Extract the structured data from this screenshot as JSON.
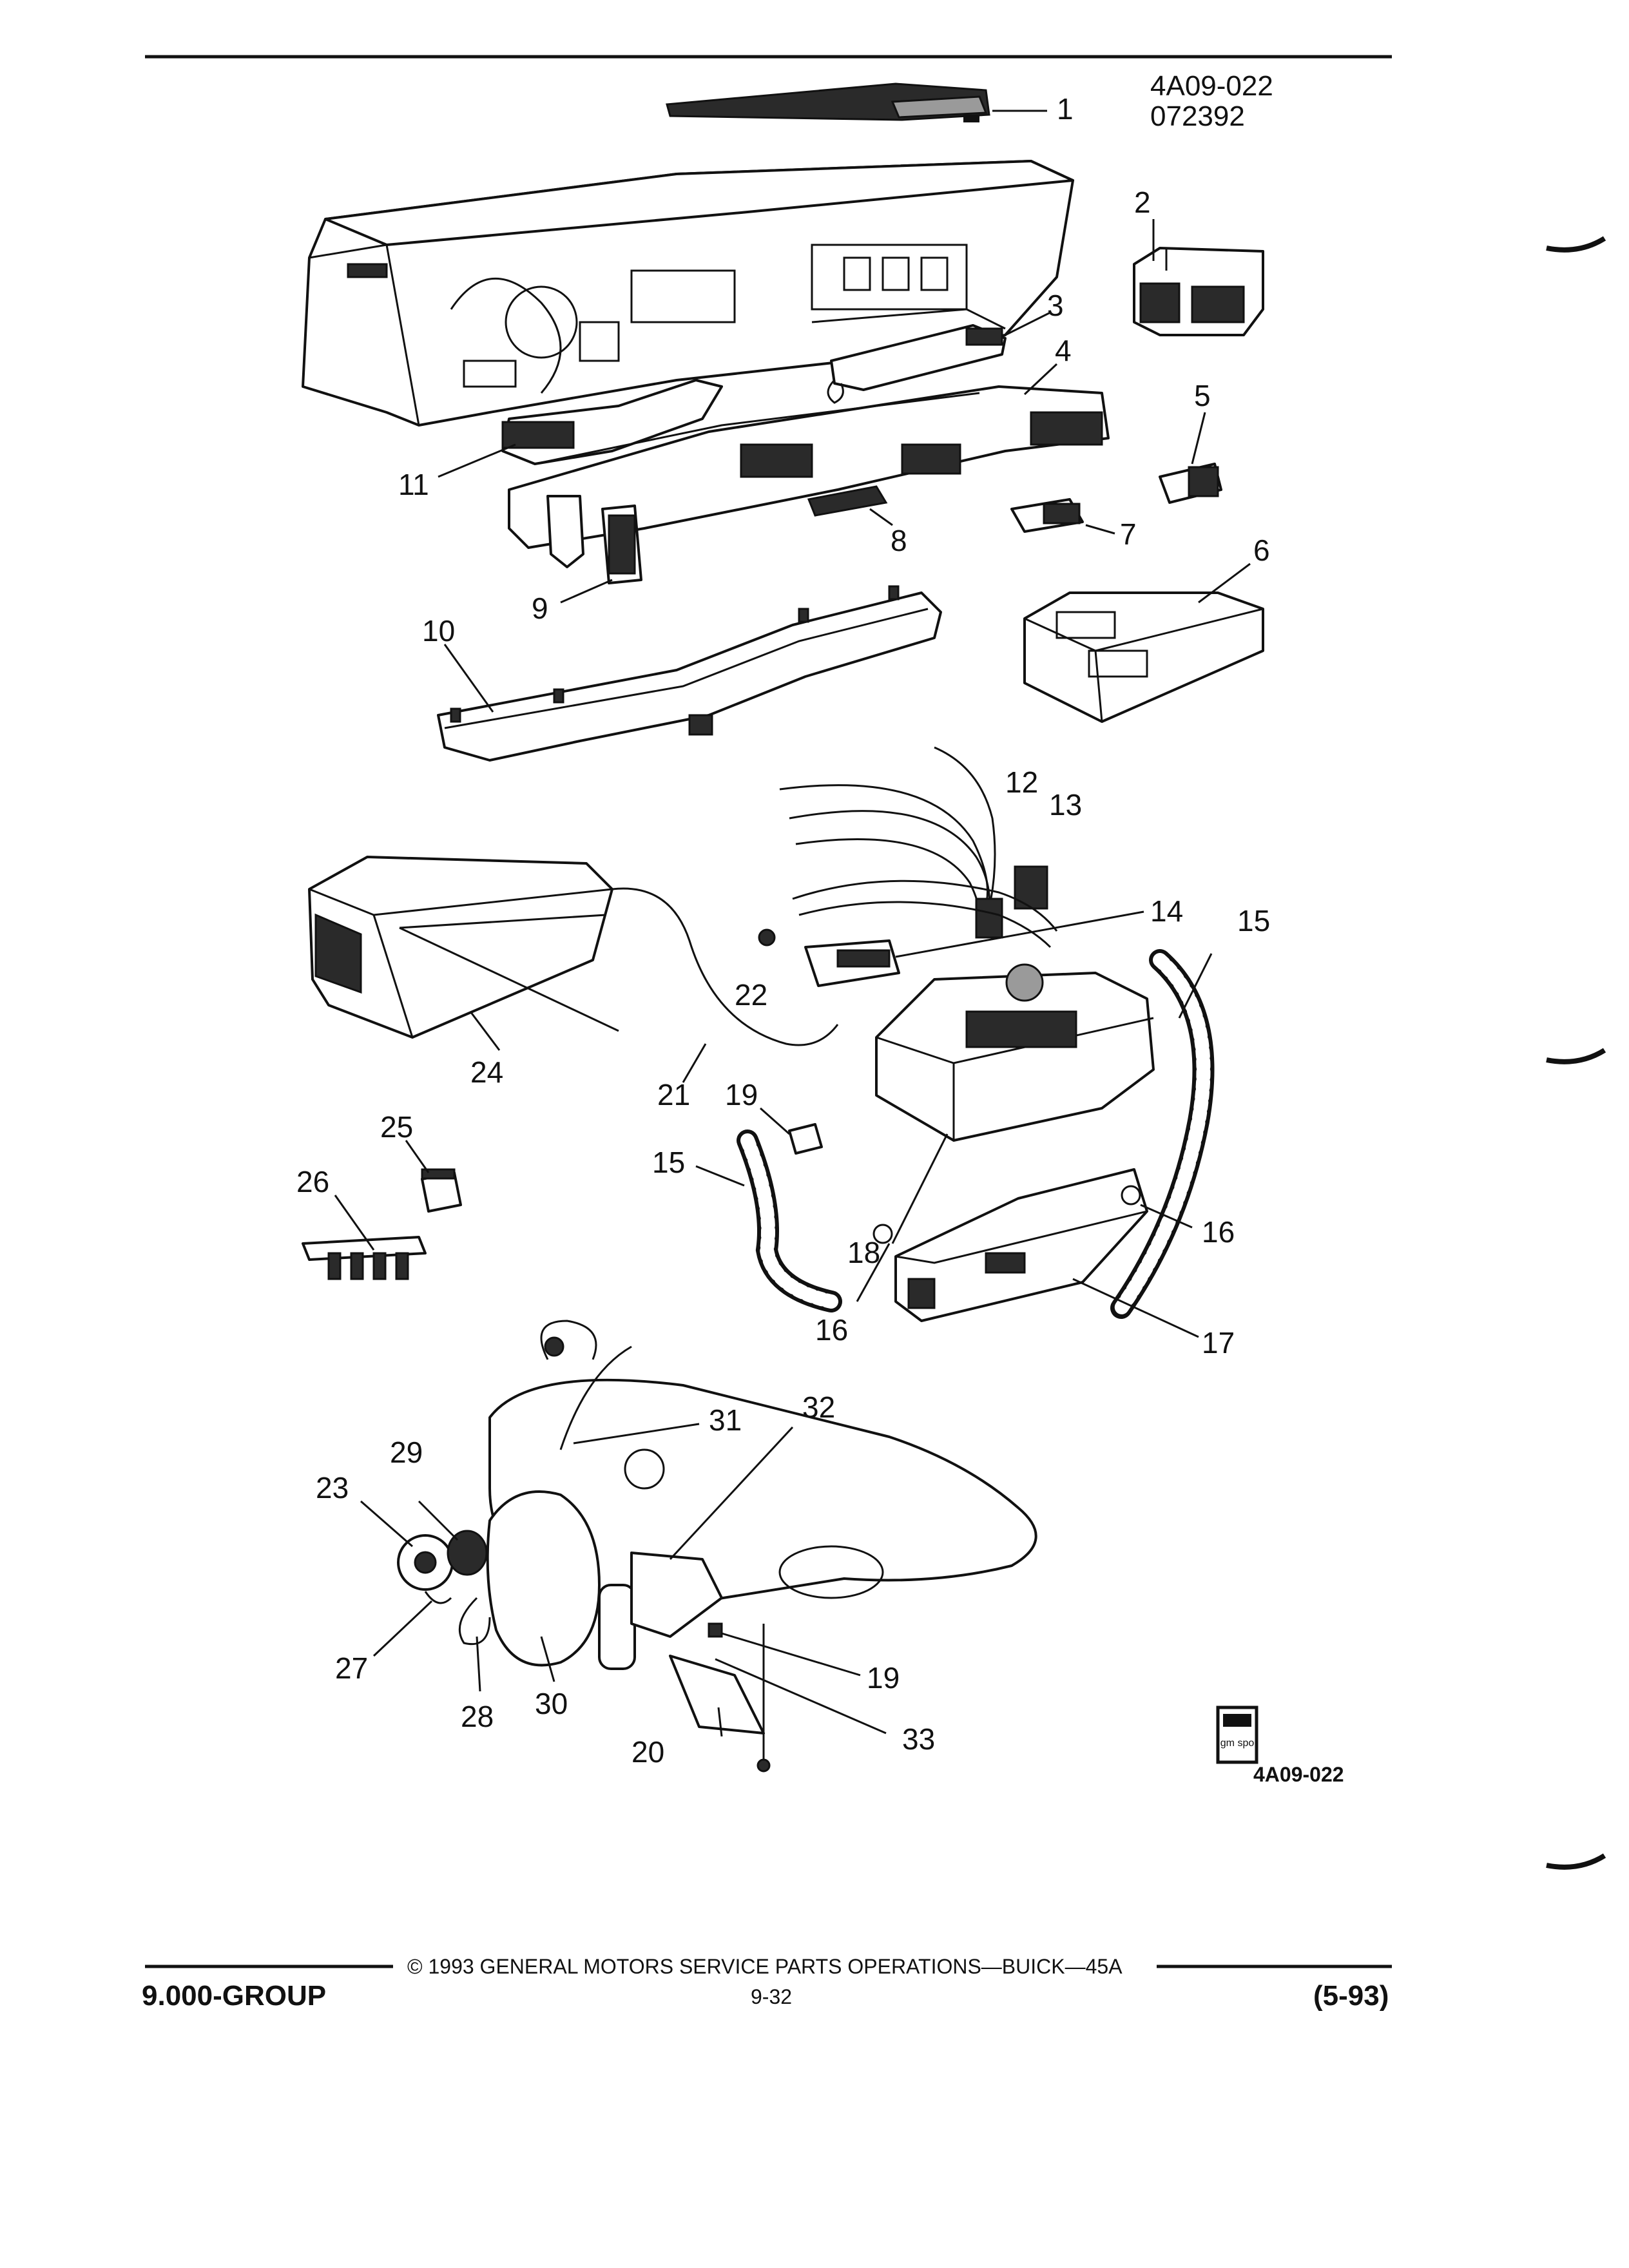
{
  "header": {
    "figure_code": "4A09-022",
    "date_code": "072392"
  },
  "callouts": [
    "1",
    "2",
    "3",
    "4",
    "5",
    "6",
    "7",
    "8",
    "9",
    "10",
    "11",
    "12",
    "13",
    "14",
    "15",
    "15",
    "16",
    "16",
    "17",
    "18",
    "19",
    "19",
    "20",
    "21",
    "22",
    "23",
    "24",
    "25",
    "26",
    "27",
    "28",
    "29",
    "30",
    "31",
    "32",
    "33"
  ],
  "badge": {
    "logo_text": "gm spo",
    "code": "4A09-022"
  },
  "footer": {
    "copyright": "©  1993  GENERAL MOTORS SERVICE PARTS OPERATIONS—BUICK—45A",
    "group": "9.000-GROUP",
    "page": "9-32",
    "edition": "(5-93)"
  }
}
